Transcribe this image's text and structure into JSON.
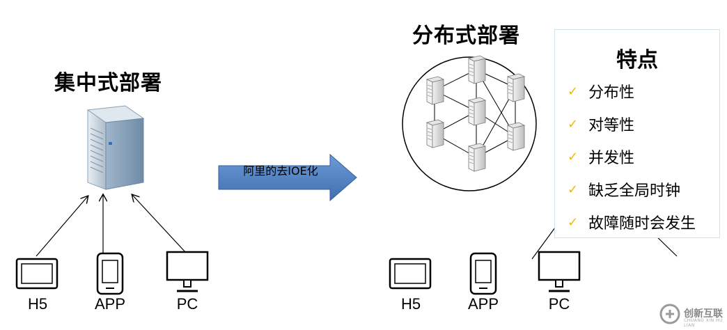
{
  "left": {
    "title": "集中式部署",
    "devices": [
      {
        "label": "H5",
        "icon": "tablet-icon"
      },
      {
        "label": "APP",
        "icon": "phone-icon"
      },
      {
        "label": "PC",
        "icon": "monitor-icon"
      }
    ]
  },
  "arrow": {
    "label": "阿里的去IOE化"
  },
  "right": {
    "title": "分布式部署",
    "devices": [
      {
        "label": "H5",
        "icon": "tablet-icon"
      },
      {
        "label": "APP",
        "icon": "phone-icon"
      },
      {
        "label": "PC",
        "icon": "monitor-icon"
      }
    ]
  },
  "features": {
    "title": "特点",
    "items": [
      "分布性",
      "对等性",
      "并发性",
      "缺乏全局时钟",
      "故障随时会发生"
    ]
  },
  "watermark": {
    "text": "创新互联",
    "sub": "CHUANG XIN HU LIAN"
  },
  "colors": {
    "arrow_fill": "#4f81bd",
    "check": "#f2b800",
    "panel_border": "#cfe3ea"
  }
}
